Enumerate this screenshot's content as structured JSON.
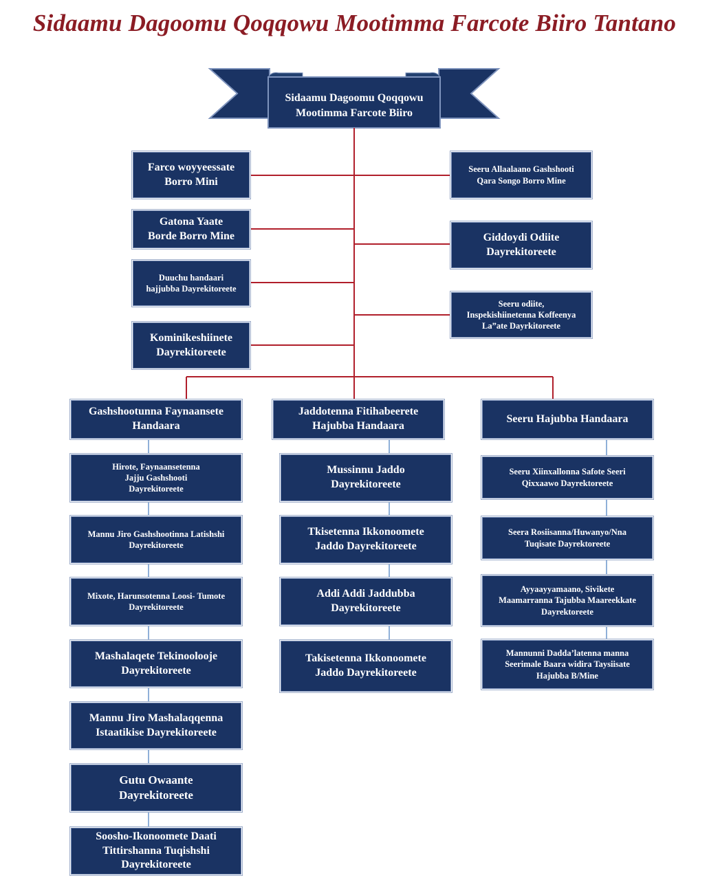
{
  "title": "Sidaamu Dagoomu Qoqqowu Mootimma Farcote Biiro Tantano",
  "top": "Sidaamu Dagoomu Qoqqowu\nMootimma Farcote Biiro",
  "left_units": [
    "Farco woyyeessate\nBorro Mini",
    "Gatona Yaate\nBorde Borro Mine",
    "Duuchu handaari\nhajjubba Dayrekitoreete",
    "Kominikeshiinete\nDayrekitoreete"
  ],
  "right_units": [
    "Seeru Allaalaano Gashshooti\nQara Songo Borro Mine",
    "Giddoydi Odiite\nDayrekitoreete",
    "Seeru  odiite,\nInspekishiinetenna  Koffeenya\nLa”ate Dayrkitoreete"
  ],
  "columns": [
    {
      "head": "Gashshootunna Faynaansete\nHandaara",
      "items": [
        "Hirote, Faynaansetenna\nJajju Gashshooti\nDayrekitoreete",
        "Mannu Jiro Gashshootinna Latishshi\nDayrekitoreete",
        "Mixote, Harunsotenna Loosi- Tumote\nDayrekitoreete",
        "Mashalaqete Tekinoolooje\nDayrekitoreete",
        "Mannu Jiro Mashalaqqenna\nIstaatikise Dayrekitoreete",
        "Gutu Owaante\nDayrekitoreete",
        "Soosho-Ikonoomete Daati\nTittirshanna Tuqishshi\nDayrekitoreete"
      ]
    },
    {
      "head": "Jaddotenna Fitihabeerete\nHajubba Handaara",
      "items": [
        "Mussinnu Jaddo\nDayrekitoreete",
        "Tkisetenna Ikkonoomete\nJaddo Dayrekitoreete",
        "Addi Addi Jaddubba\nDayrekitoreete",
        "Takisetenna Ikkonoomete\nJaddo Dayrekitoreete"
      ]
    },
    {
      "head": "Seeru Hajubba Handaara",
      "items": [
        "Seeru Xiinxallonna Safote Seeri\nQixxaawo Dayrektoreete",
        "Seera Rosiisanna/Huwanyo/Nna\nTuqisate Dayrektoreete",
        "Ayyaayyamaano, Sivikete\nMaamarranna Tajubba Maareekkate\nDayrektoreete",
        "Mannunni Dadda’latenna manna\nSeerimale Baara widira Taysiisate\nHajubba B/Mine"
      ]
    }
  ],
  "colors": {
    "box": "#1a3363",
    "line_red": "#b01e2a",
    "line_blue": "#8fb0d8",
    "title": "#8b1c24"
  }
}
